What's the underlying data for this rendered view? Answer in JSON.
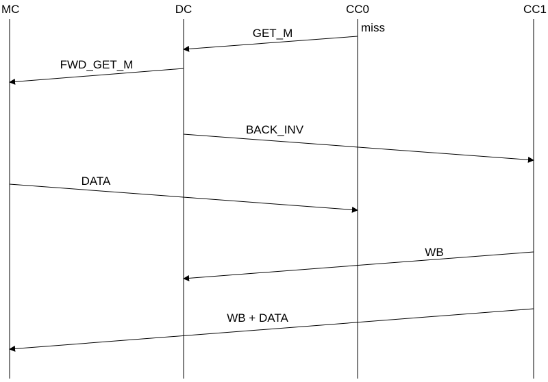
{
  "diagram": {
    "participants": [
      {
        "id": "MC",
        "label": "MC"
      },
      {
        "id": "DC",
        "label": "DC"
      },
      {
        "id": "CC0",
        "label": "CC0"
      },
      {
        "id": "CC1",
        "label": "CC1"
      }
    ],
    "note": "miss",
    "messages": [
      {
        "label": "GET_M",
        "from": "CC0",
        "to": "DC"
      },
      {
        "label": "FWD_GET_M",
        "from": "DC",
        "to": "MC"
      },
      {
        "label": "BACK_INV",
        "from": "DC",
        "to": "CC1"
      },
      {
        "label": "DATA",
        "from": "MC",
        "to": "CC0"
      },
      {
        "label": "WB",
        "from": "CC1",
        "to": "DC"
      },
      {
        "label": "WB + DATA",
        "from": "CC1",
        "to": "MC"
      }
    ]
  },
  "colors": {
    "line": "#000000",
    "background": "#ffffff"
  }
}
